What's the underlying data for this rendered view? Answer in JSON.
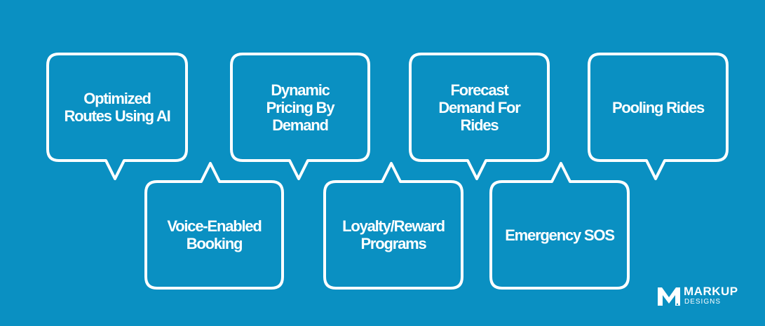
{
  "diagram": {
    "background_color": "#0a90c2",
    "bubble_outline_color": "#ffffff",
    "bubbles": [
      {
        "id": "optimized-routes",
        "label": "Optimized\nRoutes Using AI",
        "tail": "bottom"
      },
      {
        "id": "voice-enabled-booking",
        "label": "Voice-Enabled\nBooking",
        "tail": "top"
      },
      {
        "id": "dynamic-pricing",
        "label": "Dynamic\nPricing By\nDemand",
        "tail": "bottom"
      },
      {
        "id": "loyalty-reward",
        "label": "Loyalty/Reward\nPrograms",
        "tail": "top"
      },
      {
        "id": "forecast-demand",
        "label": "Forecast\nDemand For\nRides",
        "tail": "bottom"
      },
      {
        "id": "emergency-sos",
        "label": "Emergency SOS",
        "tail": "top"
      },
      {
        "id": "pooling-rides",
        "label": "Pooling Rides",
        "tail": "bottom"
      }
    ]
  },
  "logo": {
    "mark": "M",
    "line1": "MARKUP",
    "line2": "DESIGNS"
  }
}
